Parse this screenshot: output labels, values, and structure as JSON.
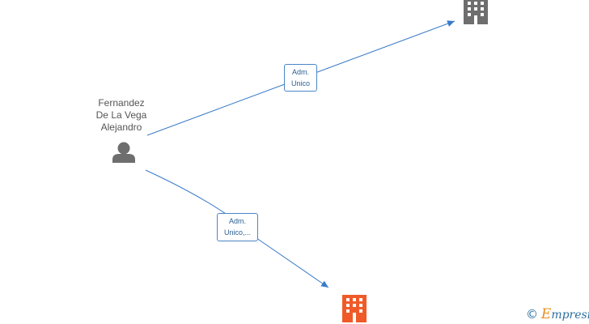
{
  "person": {
    "name_lines": [
      "Fernandez",
      "De La Vega",
      "Alejandro"
    ],
    "icon": "person-icon",
    "color": "#6e6e6e"
  },
  "companies": [
    {
      "id": "company-top",
      "icon": "building-icon",
      "color": "#6e6e6e"
    },
    {
      "id": "company-bottom",
      "icon": "building-icon",
      "color": "#f05a28"
    }
  ],
  "edges": [
    {
      "from": "person",
      "to": "company-top",
      "label_lines": [
        "Adm.",
        "Unico"
      ]
    },
    {
      "from": "person",
      "to": "company-bottom",
      "label_lines": [
        "Adm.",
        "Unico,..."
      ]
    }
  ],
  "edge_color": "#3a7bc8",
  "watermark": {
    "symbol": "©",
    "brand_first": "E",
    "brand_rest": "mpresia"
  }
}
